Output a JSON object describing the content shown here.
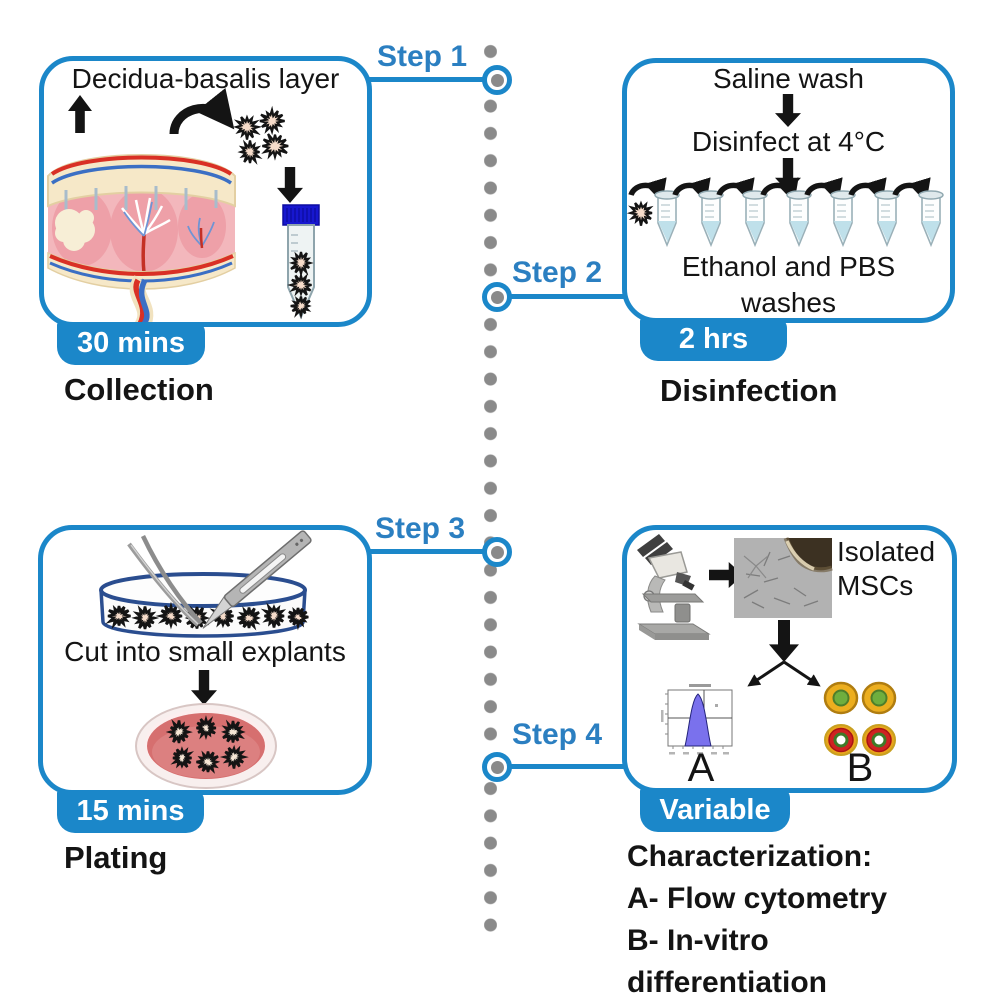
{
  "colors": {
    "accent": "#1b87c9",
    "step_text": "#2b7fc1",
    "timeline_dots": "#8a8a8a",
    "body_text": "#141414",
    "badge_text": "#ffffff"
  },
  "steps": [
    {
      "label": "Step 1"
    },
    {
      "label": "Step 2"
    },
    {
      "label": "Step 3"
    },
    {
      "label": "Step 4"
    }
  ],
  "panel1": {
    "title": "Decidua-basalis layer",
    "badge": "30 mins",
    "caption": "Collection"
  },
  "panel2": {
    "top": "Saline wash",
    "mid": "Disinfect at 4°C",
    "bottom1": "Ethanol and PBS",
    "bottom2": "washes",
    "badge": "2 hrs",
    "caption": "Disinfection"
  },
  "panel3": {
    "label": "Cut into small explants",
    "badge": "15 mins",
    "caption": "Plating"
  },
  "panel4": {
    "img_label1": "Isolated",
    "img_label2": "MSCs",
    "a_label": "A",
    "b_label": "B",
    "badge": "Variable",
    "caption1": "Characterization:",
    "caption2": "A- Flow cytometry",
    "caption3": "B- In-vitro",
    "caption4": "differentiation"
  }
}
